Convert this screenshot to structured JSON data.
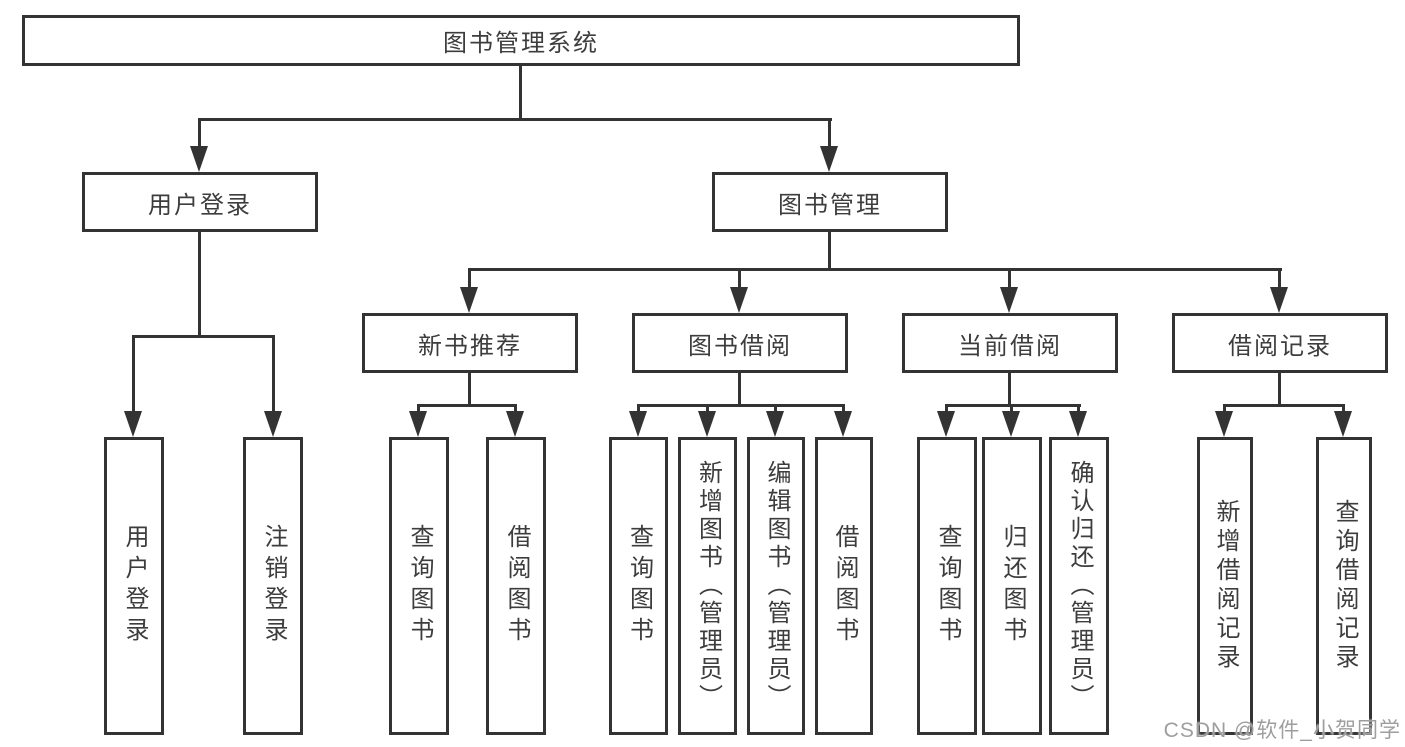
{
  "diagram": {
    "root": {
      "label": "图书管理系统"
    },
    "level2": {
      "user_login": {
        "label": "用户登录"
      },
      "book_mgmt": {
        "label": "图书管理"
      }
    },
    "level3": {
      "new_book_rec": {
        "label": "新书推荐"
      },
      "book_borrow": {
        "label": "图书借阅"
      },
      "current_borrow": {
        "label": "当前借阅"
      },
      "borrow_records": {
        "label": "借阅记录"
      }
    },
    "leaves": {
      "user_login_leaf": {
        "label": "用户登录"
      },
      "logout_leaf": {
        "label": "注销登录"
      },
      "query_book_1": {
        "label": "查询图书"
      },
      "borrow_book_1": {
        "label": "借阅图书"
      },
      "query_book_2": {
        "label": "查询图书"
      },
      "add_book_admin": {
        "label": "新增图书（管理员）"
      },
      "edit_book_admin": {
        "label": "编辑图书（管理员）"
      },
      "borrow_book_2": {
        "label": "借阅图书"
      },
      "query_book_3": {
        "label": "查询图书"
      },
      "return_book": {
        "label": "归还图书"
      },
      "confirm_return_admin": {
        "label": "确认归还（管理员）"
      },
      "add_borrow_record": {
        "label": "新增借阅记录"
      },
      "query_borrow_record": {
        "label": "查询借阅记录"
      }
    },
    "colors": {
      "line": "#333333",
      "text": "#3d3d3d",
      "background": "#ffffff",
      "watermark": "#9e9e9e"
    }
  },
  "watermark": {
    "text": "CSDN @软件_小贺同学"
  }
}
